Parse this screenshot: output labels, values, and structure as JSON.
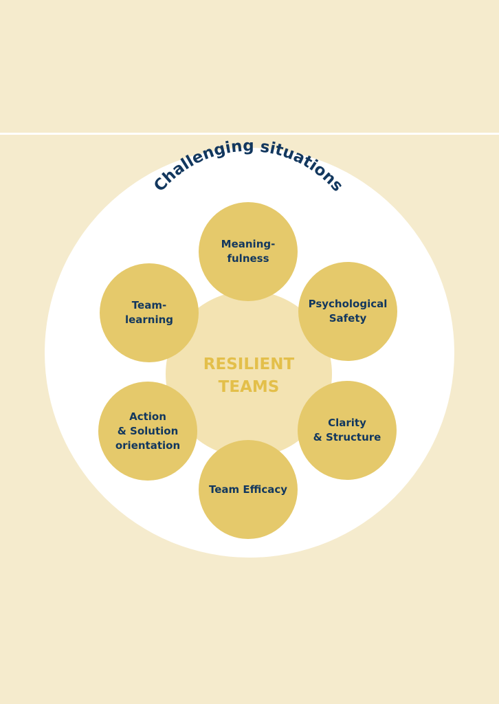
{
  "outer_label": "Challenging situations",
  "center": {
    "line1": "RESILIENT",
    "line2": "TEAMS"
  },
  "factors": [
    {
      "line1": "Meaning-",
      "line2": "fulness"
    },
    {
      "line1": "Psychological",
      "line2": "Safety"
    },
    {
      "line1": "Clarity",
      "line2": "& Structure"
    },
    {
      "line1": "Team Efficacy"
    },
    {
      "line1": "Action",
      "line2": "& Solution",
      "line3": "orientation"
    },
    {
      "line1": "Team-",
      "line2": "learning"
    }
  ],
  "colors": {
    "background": "#f5ebcd",
    "outer_circle": "#ffffff",
    "core": "#f3e3b2",
    "node": "#e5c96b",
    "navy_text": "#12375e",
    "core_text": "#e3bf4a"
  }
}
